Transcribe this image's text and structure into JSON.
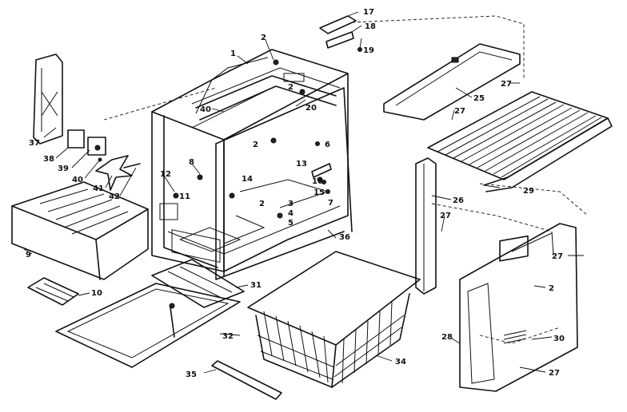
{
  "labels": {
    "p1": "1",
    "p2a": "2",
    "p2b": "2",
    "p2c": "2",
    "p2d": "2",
    "p2e": "2",
    "p3": "3",
    "p4": "4",
    "p5": "5",
    "p6": "6",
    "p7": "7",
    "p8": "8",
    "p9": "9",
    "p10": "10",
    "p11": "11",
    "p12": "12",
    "p13": "13",
    "p14": "14",
    "p15": "15",
    "p16": "16",
    "p17": "17",
    "p18": "18",
    "p19": "19",
    "p20": "20",
    "p25": "25",
    "p26": "26",
    "p27a": "27",
    "p27b": "27",
    "p27c": "27",
    "p27d": "27",
    "p27e": "27",
    "p28": "28",
    "p29": "29",
    "p30": "30",
    "p31": "31",
    "p32": "32",
    "p34": "34",
    "p35": "35",
    "p36": "36",
    "p37": "37",
    "p38": "38",
    "p39": "39",
    "p40a": "40",
    "p40b": "40",
    "p41": "41",
    "p42": "42"
  }
}
